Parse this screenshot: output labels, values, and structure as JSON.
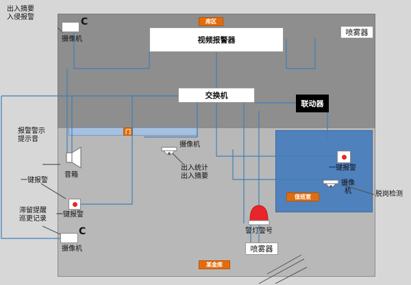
{
  "zones": {
    "top": "库区",
    "bottom": "某金库",
    "duty": "值班室"
  },
  "devices": {
    "video_alarm": "视频报警器",
    "switch": "交换机",
    "linkage": "联动器",
    "sprayer_top": "喷雾器",
    "sprayer_bottom": "喷雾器",
    "door": "门",
    "camera_top": "摄像机",
    "camera_bottom": "摄像机",
    "camera_dome": "摄像机",
    "camera_duty": "摄像\n机",
    "speaker": "音箱",
    "panic_btn_left": "一键报警",
    "panic_btn_duty": "一键报警",
    "warning_light": "警灯警号"
  },
  "annotations": {
    "io_summary_intrusion": "出入摘要\n入侵报警",
    "alarm_tone": "报警警示\n提示音",
    "panic": "一键报警",
    "stay_patrol": "滞留提醒\n巡更记录",
    "io_stats": "出入统计\n出入摘要",
    "off_post": "脱岗检测"
  },
  "colors": {
    "wire": "#3f7fb7",
    "accent": "#e36c0a",
    "duty_room": "#4f81bd",
    "light": "#e8252a"
  }
}
